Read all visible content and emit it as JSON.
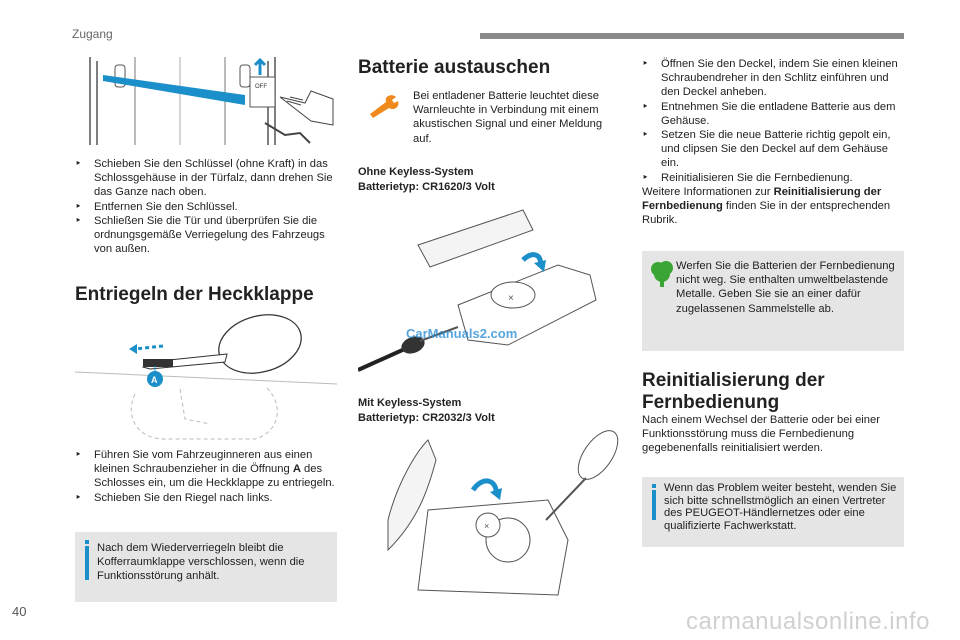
{
  "header": {
    "section": "Zugang"
  },
  "page_number": "40",
  "watermark": "carmanualsonline.info",
  "col1": {
    "bullets_door": [
      "Schieben Sie den Schlüssel (ohne Kraft) in das Schlossgehäuse in der Türfalz, dann drehen Sie das Ganze nach oben.",
      "Entfernen Sie den Schlüssel.",
      "Schließen Sie die Tür und überprüfen Sie die ordnungsgemäße Verriegelung des Fahrzeugs von außen."
    ],
    "img1_label": "OFF",
    "heading": "Entriegeln der Heckklappe",
    "img2_label": "A",
    "bullets_tailgate_1_pre": "Führen Sie vom Fahrzeuginneren aus einen kleinen Schraubenzieher in die Öffnung ",
    "bullets_tailgate_1_bold": "A",
    "bullets_tailgate_1_post": " des Schlosses ein, um die Heckklappe zu entriegeln.",
    "bullets_tailgate_2": "Schieben Sie den Riegel nach links.",
    "note": "Nach dem Wiederverriegeln bleibt die Kofferraumklappe verschlossen, wenn die Funktionsstörung anhält."
  },
  "col2": {
    "heading": "Batterie austauschen",
    "warning_text": "Bei entladener Batterie leuchtet diese Warnleuchte in Verbindung mit einem akustischen Signal und einer Meldung auf.",
    "sub1_line1": "Ohne Keyless-System",
    "sub1_line2": "Batterietyp: CR1620/3 Volt",
    "img_watermark": "CarManuals2.com",
    "sub2_line1": "Mit Keyless-System",
    "sub2_line2": "Batterietyp: CR2032/3 Volt"
  },
  "col3": {
    "bullets": [
      "Öffnen Sie den Deckel, indem Sie einen kleinen Schraubendreher in den Schlitz einführen und den Deckel anheben.",
      "Entnehmen Sie die entladene Batterie aus dem Gehäuse.",
      "Setzen Sie die neue Batterie richtig gepolt ein, und clipsen Sie den Deckel auf dem Gehäuse ein.",
      "Reinitialisieren Sie die Fernbedienung."
    ],
    "info_pre": "Weitere Informationen zur ",
    "info_bold": "Reinitialisierung der Fernbedienung",
    "info_post": " finden Sie in der entsprechenden Rubrik.",
    "eco_note": "Werfen Sie die Batterien der Fernbedienung nicht weg. Sie enthalten umweltbelastende Metalle. Geben Sie sie an einer dafür zugelassenen Sammelstelle ab.",
    "heading": "Reinitialisierung der Fernbedienung",
    "paragraph": "Nach einem Wechsel der Batterie oder bei einer Funktionsstörung muss die Fernbedienung gegebenenfalls reinitialisiert werden.",
    "note": "Wenn das Problem weiter besteht, wenden Sie sich bitte schnellstmöglich an einen Vertreter des PEUGEOT-Händlernetzes oder eine qualifizierte Fachwerkstatt."
  },
  "colors": {
    "accent_blue": "#1a8fc9",
    "note_bg": "#e5e5e5",
    "eco_green": "#3aa535",
    "warning_orange": "#f08a1c"
  },
  "icons": {
    "bullet": "arrow-bullet-icon",
    "warning": "wrench-warning-icon",
    "eco": "tree-eco-icon",
    "info": "info-icon"
  }
}
